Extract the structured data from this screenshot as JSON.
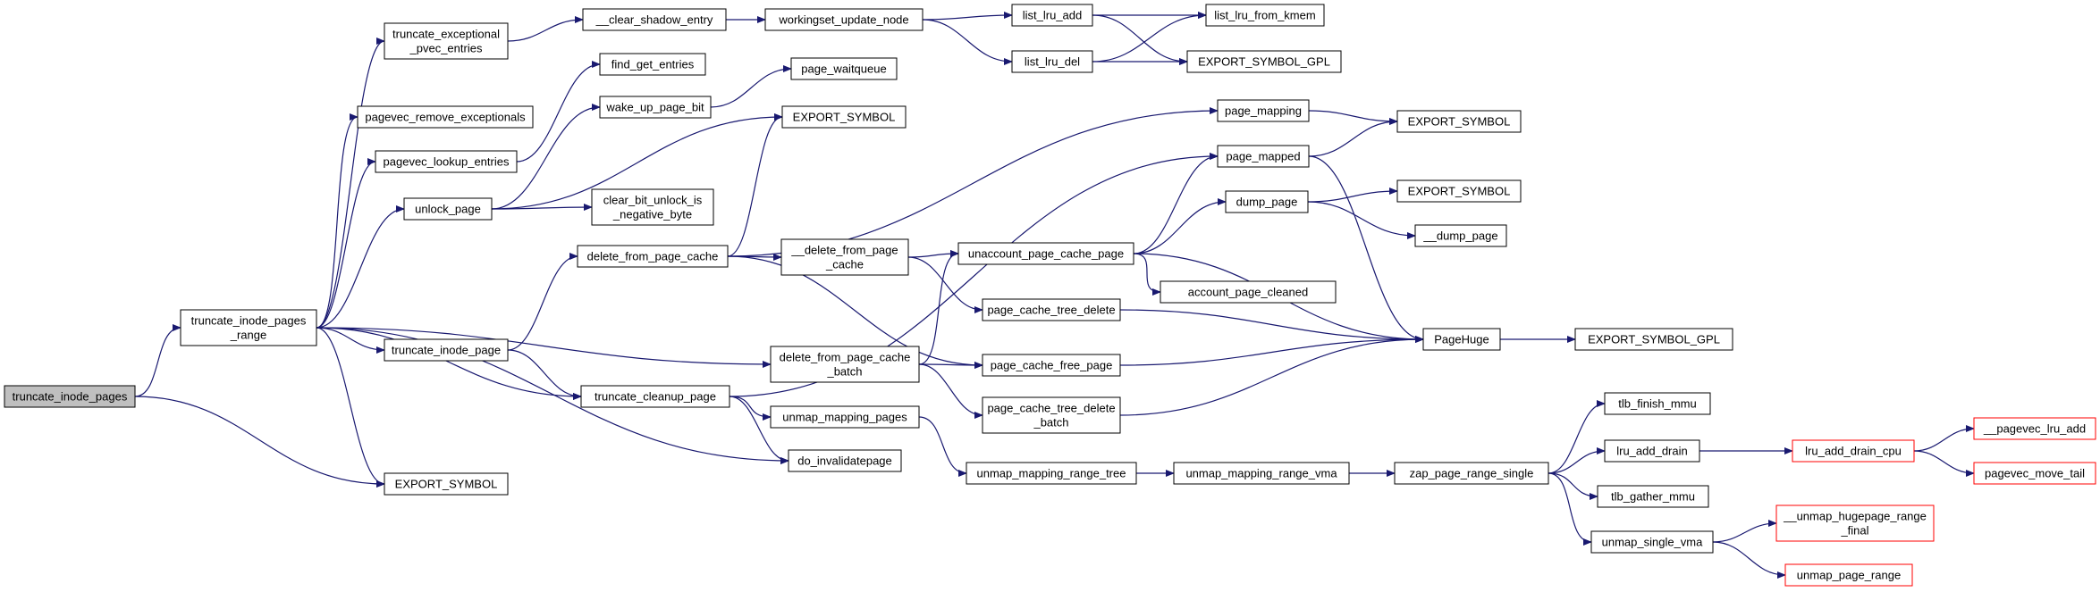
{
  "graph": {
    "colors": {
      "edge": "#191970",
      "node_border": "#000000",
      "truncated_border": "#ff0000",
      "root_fill": "#bfbfbf",
      "background": "#ffffff"
    },
    "nodes": {
      "truncate_inode_pages": {
        "lines": [
          "truncate_inode_pages"
        ],
        "root": true
      },
      "truncate_inode_pages_range": {
        "lines": [
          "truncate_inode_pages",
          "_range"
        ]
      },
      "export_symbol_main": {
        "lines": [
          "EXPORT_SYMBOL"
        ]
      },
      "truncate_exceptional_pvec_entries": {
        "lines": [
          "truncate_exceptional",
          "_pvec_entries"
        ]
      },
      "pagevec_remove_exceptionals": {
        "lines": [
          "pagevec_remove_exceptionals"
        ]
      },
      "pagevec_lookup_entries": {
        "lines": [
          "pagevec_lookup_entries"
        ]
      },
      "unlock_page": {
        "lines": [
          "unlock_page"
        ]
      },
      "truncate_inode_page": {
        "lines": [
          "truncate_inode_page"
        ]
      },
      "truncate_cleanup_page": {
        "lines": [
          "truncate_cleanup_page"
        ]
      },
      "clear_shadow_entry": {
        "lines": [
          "__clear_shadow_entry"
        ]
      },
      "find_get_entries": {
        "lines": [
          "find_get_entries"
        ]
      },
      "wake_up_page_bit": {
        "lines": [
          "wake_up_page_bit"
        ]
      },
      "export_symbol_unlock": {
        "lines": [
          "EXPORT_SYMBOL"
        ]
      },
      "clear_bit_unlock_is_negative_byte": {
        "lines": [
          "clear_bit_unlock_is",
          "_negative_byte"
        ]
      },
      "delete_from_page_cache": {
        "lines": [
          "delete_from_page_cache"
        ]
      },
      "workingset_update_node": {
        "lines": [
          "workingset_update_node"
        ]
      },
      "page_waitqueue": {
        "lines": [
          "page_waitqueue"
        ]
      },
      "delete_from_page_cache_inner": {
        "lines": [
          "__delete_from_page",
          "_cache"
        ]
      },
      "delete_from_page_cache_batch": {
        "lines": [
          "delete_from_page_cache",
          "_batch"
        ]
      },
      "unmap_mapping_pages": {
        "lines": [
          "unmap_mapping_pages"
        ]
      },
      "do_invalidatepage": {
        "lines": [
          "do_invalidatepage"
        ]
      },
      "list_lru_add": {
        "lines": [
          "list_lru_add"
        ]
      },
      "list_lru_del": {
        "lines": [
          "list_lru_del"
        ]
      },
      "page_mapping": {
        "lines": [
          "page_mapping"
        ]
      },
      "page_mapped": {
        "lines": [
          "page_mapped"
        ]
      },
      "dump_page": {
        "lines": [
          "dump_page"
        ]
      },
      "unaccount_page_cache_page": {
        "lines": [
          "unaccount_page_cache_page"
        ]
      },
      "account_page_cleaned": {
        "lines": [
          "account_page_cleaned"
        ]
      },
      "page_cache_tree_delete": {
        "lines": [
          "page_cache_tree_delete"
        ]
      },
      "page_cache_free_page": {
        "lines": [
          "page_cache_free_page"
        ]
      },
      "page_cache_tree_delete_batch": {
        "lines": [
          "page_cache_tree_delete",
          "_batch"
        ]
      },
      "unmap_mapping_range_tree": {
        "lines": [
          "unmap_mapping_range_tree"
        ]
      },
      "list_lru_from_kmem": {
        "lines": [
          "list_lru_from_kmem"
        ]
      },
      "export_symbol_gpl_lru": {
        "lines": [
          "EXPORT_SYMBOL_GPL"
        ]
      },
      "export_symbol_mapping": {
        "lines": [
          "EXPORT_SYMBOL"
        ]
      },
      "export_symbol_dump": {
        "lines": [
          "EXPORT_SYMBOL"
        ]
      },
      "dump_page_inner": {
        "lines": [
          "__dump_page"
        ]
      },
      "page_huge": {
        "lines": [
          "PageHuge"
        ]
      },
      "unmap_mapping_range_vma": {
        "lines": [
          "unmap_mapping_range_vma"
        ]
      },
      "export_symbol_gpl_huge": {
        "lines": [
          "EXPORT_SYMBOL_GPL"
        ]
      },
      "zap_page_range_single": {
        "lines": [
          "zap_page_range_single"
        ]
      },
      "tlb_finish_mmu": {
        "lines": [
          "tlb_finish_mmu"
        ]
      },
      "lru_add_drain": {
        "lines": [
          "lru_add_drain"
        ]
      },
      "tlb_gather_mmu": {
        "lines": [
          "tlb_gather_mmu"
        ]
      },
      "unmap_single_vma": {
        "lines": [
          "unmap_single_vma"
        ]
      },
      "lru_add_drain_cpu": {
        "lines": [
          "lru_add_drain_cpu"
        ],
        "truncated": true
      },
      "unmap_hugepage_range_final": {
        "lines": [
          "__unmap_hugepage_range",
          "_final"
        ],
        "truncated": true
      },
      "unmap_page_range": {
        "lines": [
          "unmap_page_range"
        ],
        "truncated": true
      },
      "pagevec_lru_add": {
        "lines": [
          "__pagevec_lru_add"
        ],
        "truncated": true
      },
      "pagevec_move_tail": {
        "lines": [
          "pagevec_move_tail"
        ],
        "truncated": true
      }
    },
    "edges": [
      [
        "truncate_inode_pages",
        "truncate_inode_pages_range"
      ],
      [
        "truncate_inode_pages",
        "export_symbol_main"
      ],
      [
        "truncate_inode_pages_range",
        "truncate_exceptional_pvec_entries"
      ],
      [
        "truncate_inode_pages_range",
        "pagevec_remove_exceptionals"
      ],
      [
        "truncate_inode_pages_range",
        "pagevec_lookup_entries"
      ],
      [
        "truncate_inode_pages_range",
        "unlock_page"
      ],
      [
        "truncate_inode_pages_range",
        "truncate_inode_page"
      ],
      [
        "truncate_inode_pages_range",
        "truncate_cleanup_page"
      ],
      [
        "truncate_inode_pages_range",
        "delete_from_page_cache_batch"
      ],
      [
        "truncate_inode_pages_range",
        "do_invalidatepage"
      ],
      [
        "truncate_inode_pages_range",
        "export_symbol_main"
      ],
      [
        "truncate_exceptional_pvec_entries",
        "clear_shadow_entry"
      ],
      [
        "clear_shadow_entry",
        "workingset_update_node"
      ],
      [
        "workingset_update_node",
        "list_lru_add"
      ],
      [
        "workingset_update_node",
        "list_lru_del"
      ],
      [
        "list_lru_add",
        "list_lru_from_kmem"
      ],
      [
        "list_lru_add",
        "export_symbol_gpl_lru"
      ],
      [
        "list_lru_del",
        "list_lru_from_kmem"
      ],
      [
        "list_lru_del",
        "export_symbol_gpl_lru"
      ],
      [
        "pagevec_lookup_entries",
        "find_get_entries"
      ],
      [
        "unlock_page",
        "wake_up_page_bit"
      ],
      [
        "unlock_page",
        "export_symbol_unlock"
      ],
      [
        "unlock_page",
        "clear_bit_unlock_is_negative_byte"
      ],
      [
        "wake_up_page_bit",
        "page_waitqueue"
      ],
      [
        "truncate_inode_page",
        "delete_from_page_cache"
      ],
      [
        "truncate_inode_page",
        "truncate_cleanup_page"
      ],
      [
        "truncate_cleanup_page",
        "page_mapped"
      ],
      [
        "truncate_cleanup_page",
        "unmap_mapping_pages"
      ],
      [
        "truncate_cleanup_page",
        "do_invalidatepage"
      ],
      [
        "delete_from_page_cache",
        "export_symbol_unlock"
      ],
      [
        "delete_from_page_cache",
        "page_mapping"
      ],
      [
        "delete_from_page_cache",
        "delete_from_page_cache_inner"
      ],
      [
        "delete_from_page_cache",
        "page_cache_free_page"
      ],
      [
        "delete_from_page_cache_inner",
        "unaccount_page_cache_page"
      ],
      [
        "delete_from_page_cache_inner",
        "page_cache_tree_delete"
      ],
      [
        "delete_from_page_cache_batch",
        "unaccount_page_cache_page"
      ],
      [
        "delete_from_page_cache_batch",
        "page_cache_free_page"
      ],
      [
        "delete_from_page_cache_batch",
        "page_cache_tree_delete_batch"
      ],
      [
        "unaccount_page_cache_page",
        "page_mapped"
      ],
      [
        "unaccount_page_cache_page",
        "dump_page"
      ],
      [
        "unaccount_page_cache_page",
        "account_page_cleaned"
      ],
      [
        "unaccount_page_cache_page",
        "page_huge"
      ],
      [
        "page_mapping",
        "export_symbol_mapping"
      ],
      [
        "page_mapped",
        "export_symbol_mapping"
      ],
      [
        "page_mapped",
        "page_huge"
      ],
      [
        "dump_page",
        "export_symbol_dump"
      ],
      [
        "dump_page",
        "dump_page_inner"
      ],
      [
        "page_cache_tree_delete",
        "page_huge"
      ],
      [
        "page_cache_free_page",
        "page_huge"
      ],
      [
        "page_cache_tree_delete_batch",
        "page_huge"
      ],
      [
        "page_huge",
        "export_symbol_gpl_huge"
      ],
      [
        "unmap_mapping_pages",
        "unmap_mapping_range_tree"
      ],
      [
        "unmap_mapping_range_tree",
        "unmap_mapping_range_vma"
      ],
      [
        "unmap_mapping_range_vma",
        "zap_page_range_single"
      ],
      [
        "zap_page_range_single",
        "tlb_finish_mmu"
      ],
      [
        "zap_page_range_single",
        "lru_add_drain"
      ],
      [
        "zap_page_range_single",
        "tlb_gather_mmu"
      ],
      [
        "zap_page_range_single",
        "unmap_single_vma"
      ],
      [
        "lru_add_drain",
        "lru_add_drain_cpu"
      ],
      [
        "lru_add_drain_cpu",
        "pagevec_lru_add"
      ],
      [
        "lru_add_drain_cpu",
        "pagevec_move_tail"
      ],
      [
        "unmap_single_vma",
        "unmap_hugepage_range_final"
      ],
      [
        "unmap_single_vma",
        "unmap_page_range"
      ]
    ]
  }
}
